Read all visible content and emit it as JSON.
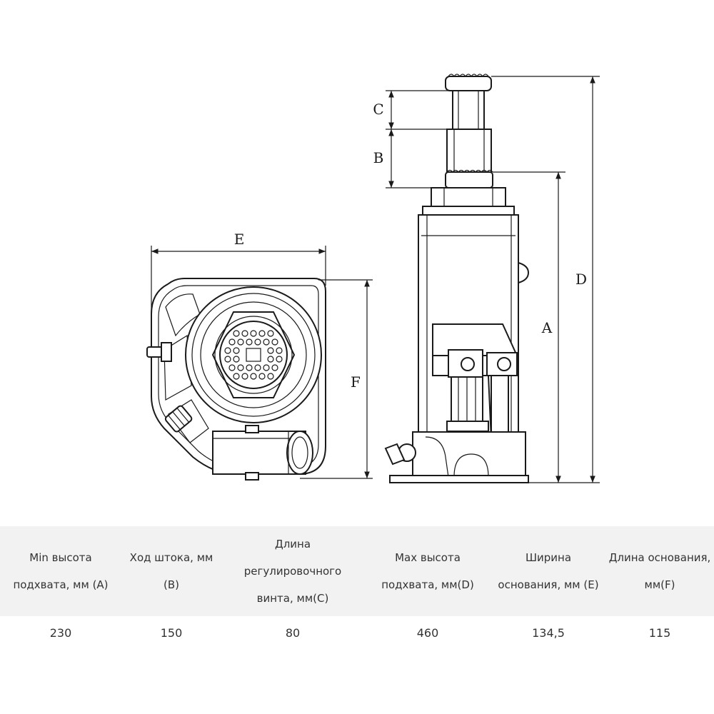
{
  "diagram": {
    "labels": {
      "A": "A",
      "B": "B",
      "C": "C",
      "D": "D",
      "E": "E",
      "F": "F"
    }
  },
  "table": {
    "headers": [
      "Min высота подхвата, мм (A)",
      "Ход штока, мм (B)",
      "Длина регулировочного винта, мм(C)",
      "Max высота подхвата, мм(D)",
      "Ширина основания, мм (E)",
      "Длина основания, мм(F)"
    ],
    "values": [
      "230",
      "150",
      "80",
      "460",
      "134,5",
      "115"
    ]
  }
}
